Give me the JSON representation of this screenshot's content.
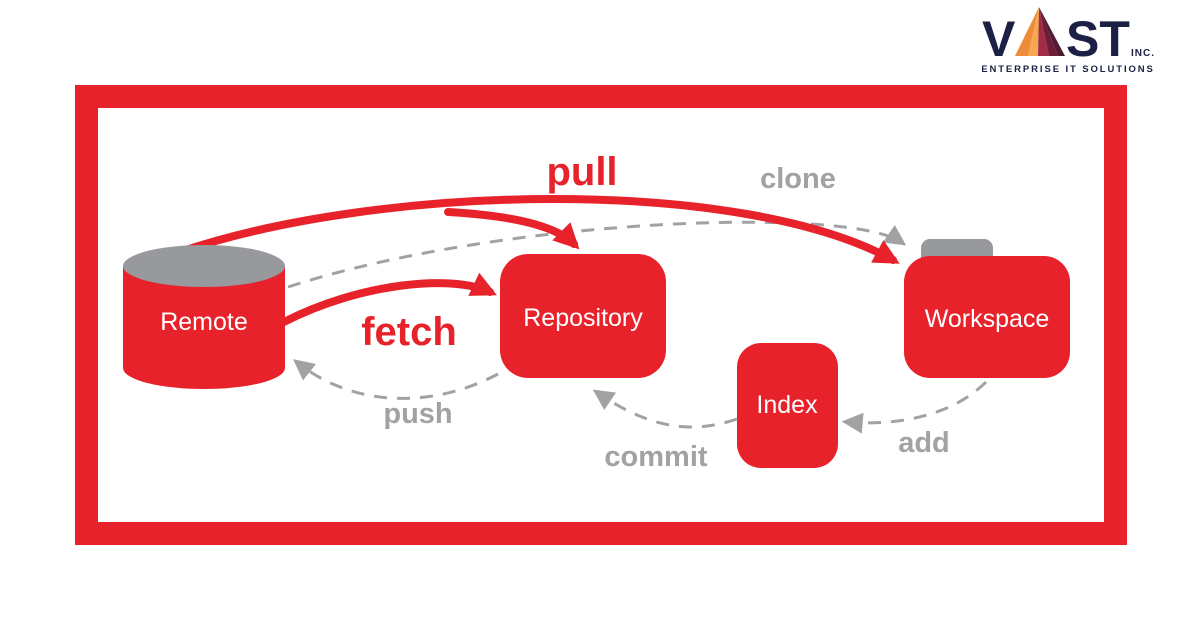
{
  "logo": {
    "word_prefix": "V",
    "word_suffix": "ST",
    "suffix": "INC.",
    "tagline": "ENTERPRISE IT SOLUTIONS",
    "colors": {
      "navy": "#1C2044",
      "triangle_bands": [
        "#EE8C3B",
        "#F7A74F",
        "#A02C46",
        "#6E1D39",
        "#521A30"
      ]
    }
  },
  "diagram": {
    "frame_color": "#E8222B",
    "colors": {
      "red": "#E8222B",
      "gray": "#A0A2A4",
      "gray_shape": "#97999C",
      "node_text": "#FFFFFF"
    },
    "nodes": [
      {
        "id": "remote",
        "label": "Remote",
        "shape": "cylinder"
      },
      {
        "id": "repository",
        "label": "Repository",
        "shape": "rounded-rect"
      },
      {
        "id": "index",
        "label": "Index",
        "shape": "rounded-rect"
      },
      {
        "id": "workspace",
        "label": "Workspace",
        "shape": "folder"
      }
    ],
    "edges": [
      {
        "label": "pull",
        "from": "remote",
        "to": "workspace",
        "style": "solid-red"
      },
      {
        "label": "clone",
        "from": "remote",
        "to": "workspace",
        "style": "dashed-gray"
      },
      {
        "label": "fetch",
        "from": "remote",
        "to": "repository",
        "style": "solid-red"
      },
      {
        "label": "push",
        "from": "repository",
        "to": "remote",
        "style": "dashed-gray"
      },
      {
        "label": "commit",
        "from": "index",
        "to": "repository",
        "style": "dashed-gray"
      },
      {
        "label": "add",
        "from": "workspace",
        "to": "index",
        "style": "dashed-gray"
      }
    ]
  }
}
